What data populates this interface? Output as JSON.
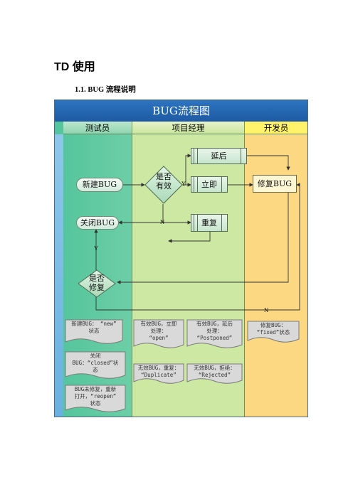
{
  "document": {
    "heading": "TD 使用",
    "subheading": "1.1.  BUG 流程说明"
  },
  "flowchart": {
    "title": "BUG流程图",
    "lanes": {
      "tester": "测试员",
      "pm": "项目经理",
      "dev": "开发员"
    },
    "nodes": {
      "new_bug": "新建BUG",
      "close_bug": "关闭BUG",
      "is_valid": "是否\n有效",
      "is_fixed": "是否\n修复",
      "postpone": "延后",
      "immediate": "立即",
      "duplicate": "重复",
      "fix_bug": "修复BUG"
    },
    "edge_labels": {
      "yes_valid": "Y",
      "no_valid": "N",
      "yes_fixed": "Y",
      "no_fixed": "N"
    },
    "status_notes": {
      "new_status": "新建BUG：  “new”\n状态",
      "closed_status": "关闭\nBUG：“closed”状\n态",
      "reopen_status": "BUG未修复，重新\n打开，“reopen”\n状态",
      "open_status": "有效BUG，立即\n处理：\n“open”",
      "postponed_status": "有效BUG，延后\n处理：\n“Postponed”",
      "duplicate_status": "无效BUG，重复：\n“Duplicate”",
      "rejected_status": "无效BUG，拒绝：\n“Rejected”",
      "fixed_status": "修复BUG：\n“fixed”状态"
    }
  }
}
